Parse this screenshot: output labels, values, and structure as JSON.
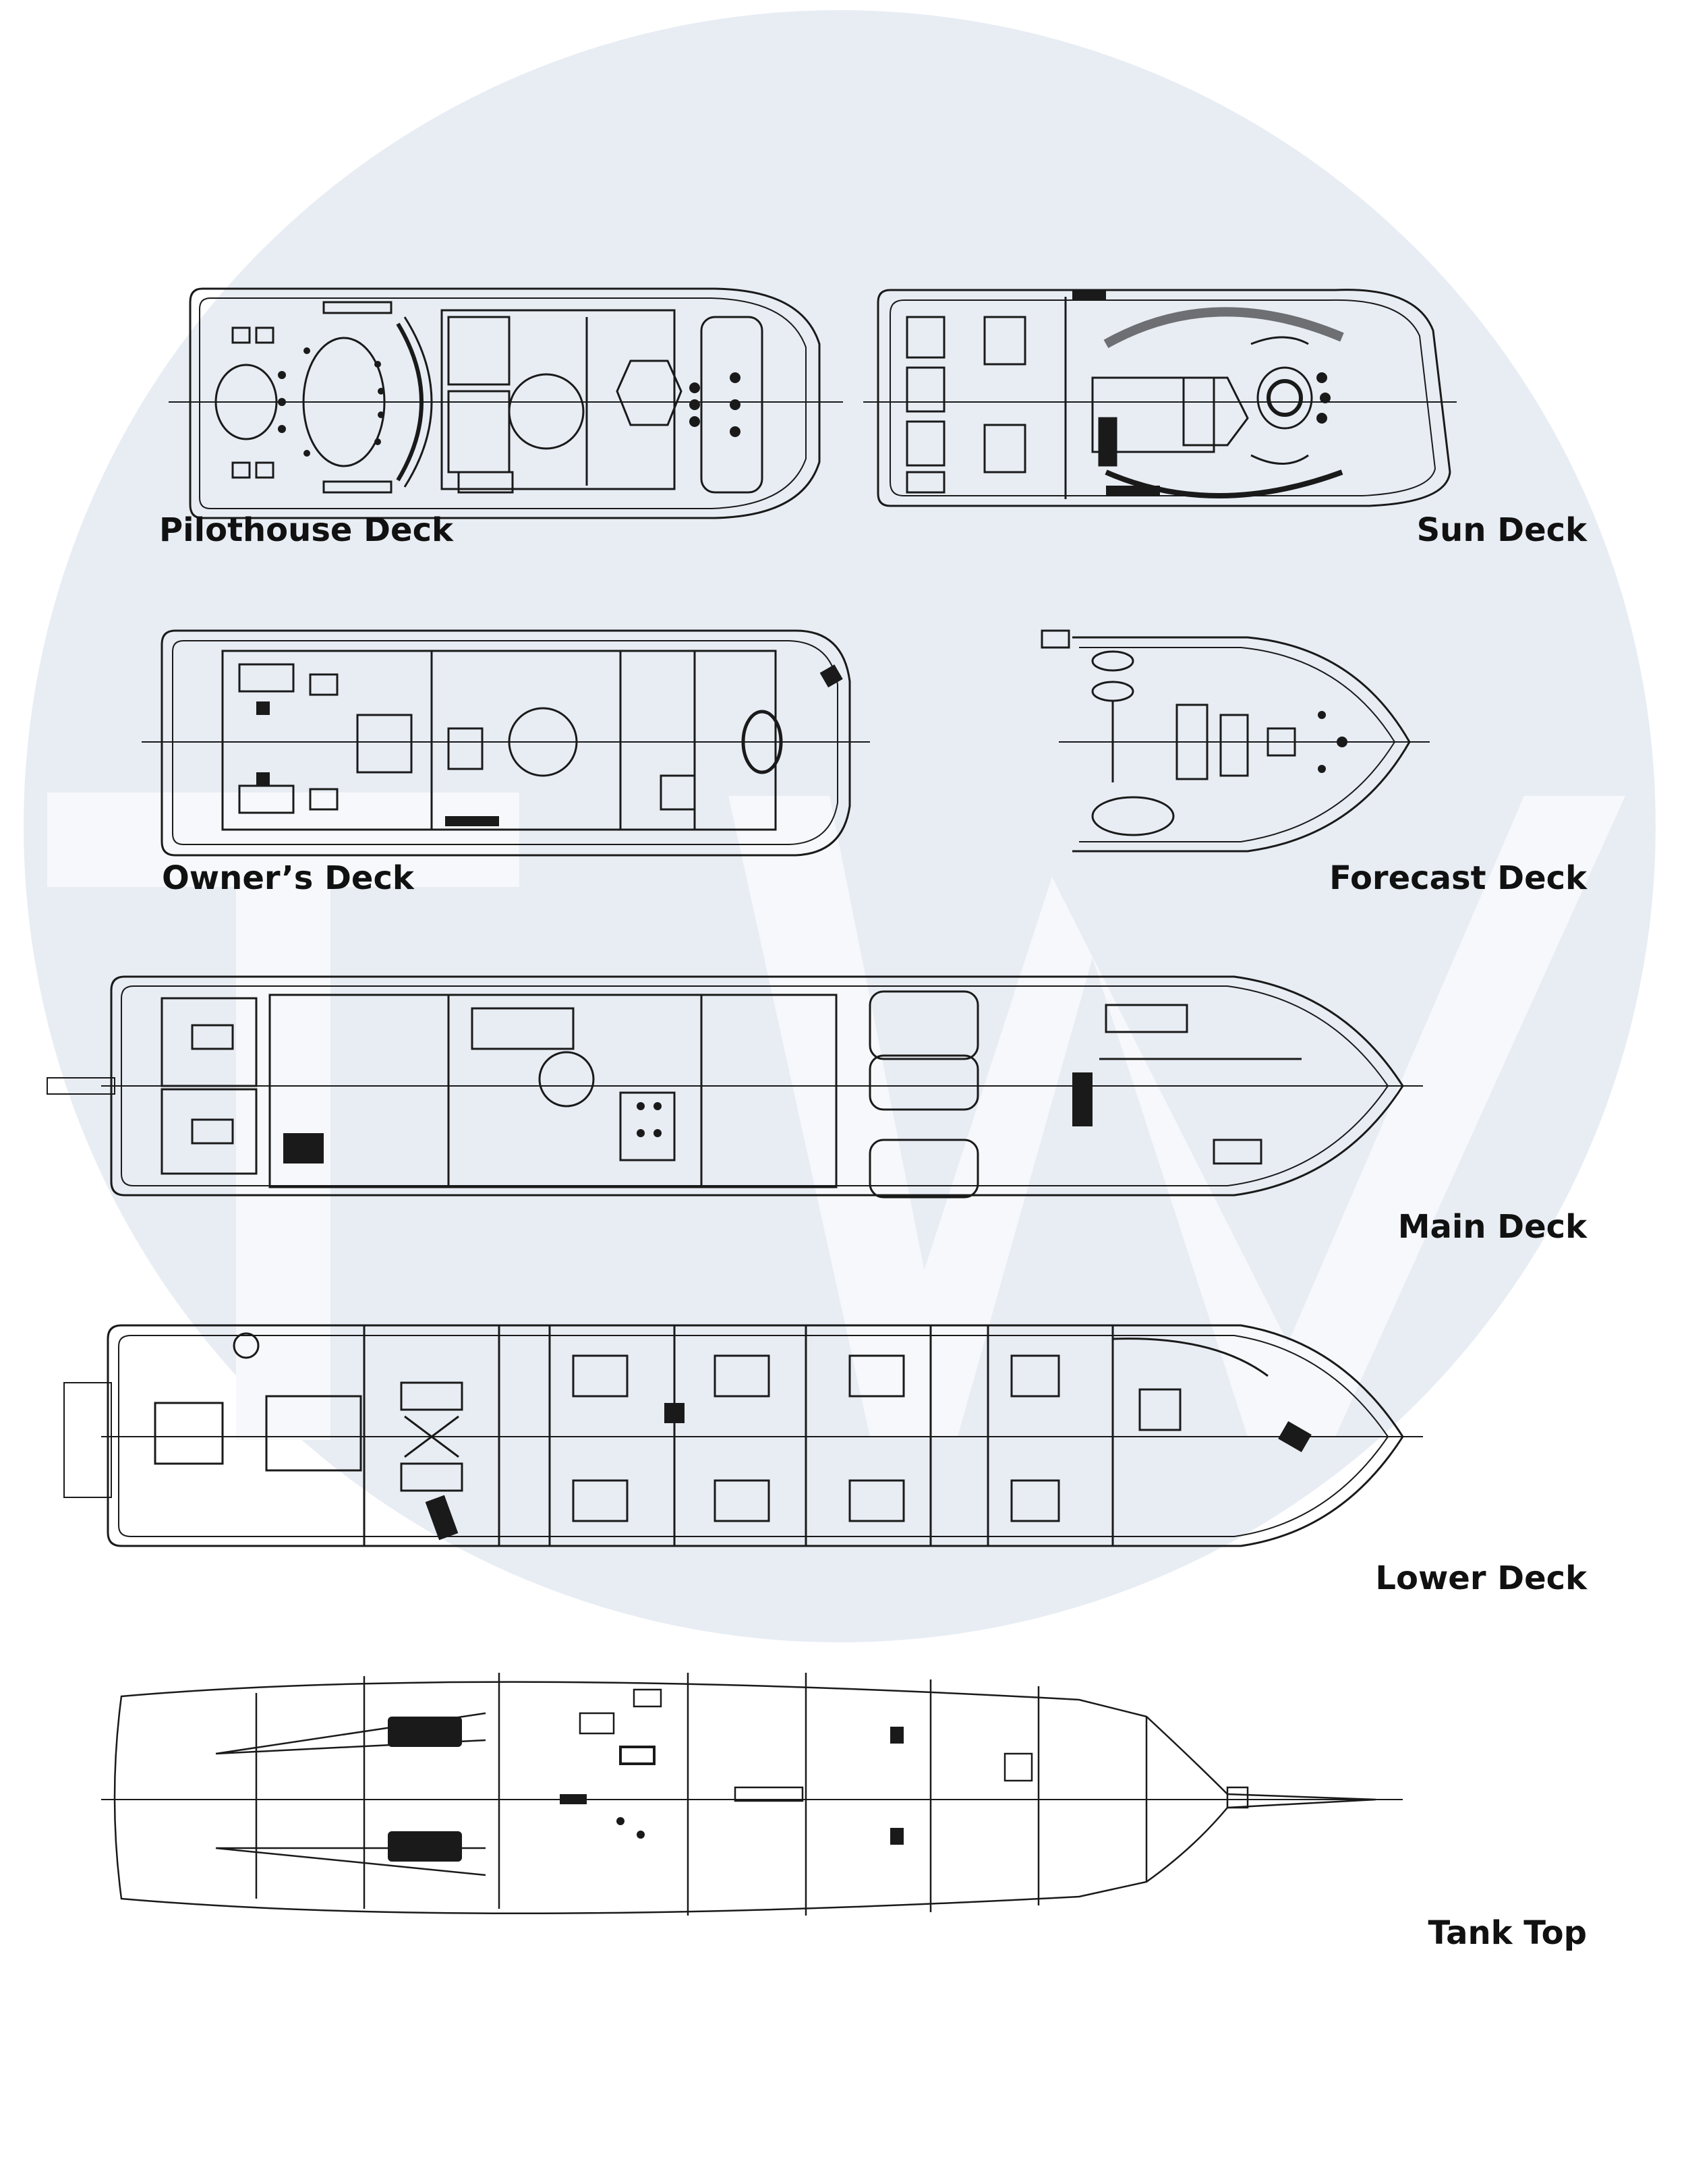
{
  "decks": {
    "pilothouse": "Pilothouse Deck",
    "sun": "Sun Deck",
    "owners": "Owner’s Deck",
    "forecast": "Forecast Deck",
    "main": "Main Deck",
    "lower": "Lower Deck",
    "tank_top": "Tank Top"
  },
  "colors": {
    "background": "#ffffff",
    "watermark": "#e8edf4",
    "linework": "#1a1a1a",
    "label": "#111111"
  }
}
